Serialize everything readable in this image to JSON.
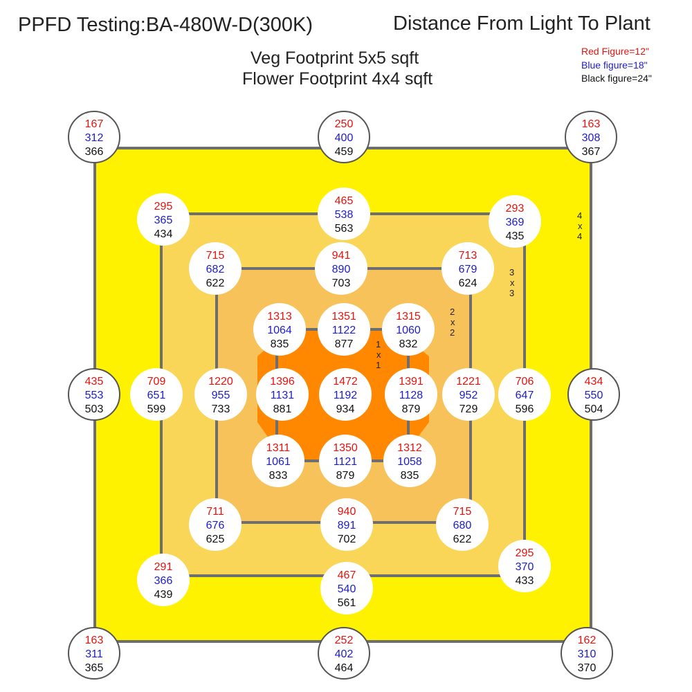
{
  "header": {
    "title": "PPFD Testing:BA-480W-D(300K)",
    "distance": "Distance From Light To  Plant",
    "veg_footprint": "Veg Footprint    5x5 sqft",
    "flower_footprint": "Flower Footprint 4x4 sqft"
  },
  "legend": {
    "red": "Red Figure=12\"",
    "blue": "Blue figure=18\"",
    "black": "Black figure=24\""
  },
  "colors": {
    "red": "#e8120c",
    "blue": "#1c1ccc",
    "black": "#111111",
    "zone_4x4": "#fff200",
    "zone_3x3": "#f9d658",
    "zone_2x2": "#f8c25a",
    "zone_1x1": "#ff8800",
    "frame_line": "#6e6e6e"
  },
  "zones": {
    "z4": "4x4",
    "z3": "3x3",
    "z2": "2x2",
    "z1": "1x1"
  },
  "points": [
    {
      "id": "outer-top-left",
      "red": "167",
      "blue": "312",
      "black": "366"
    },
    {
      "id": "outer-top-mid",
      "red": "250",
      "blue": "400",
      "black": "459"
    },
    {
      "id": "outer-top-right",
      "red": "163",
      "blue": "308",
      "black": "367"
    },
    {
      "id": "outer-mid-left",
      "red": "435",
      "blue": "553",
      "black": "503"
    },
    {
      "id": "outer-mid-right",
      "red": "434",
      "blue": "550",
      "black": "504"
    },
    {
      "id": "outer-bottom-left",
      "red": "163",
      "blue": "311",
      "black": "365"
    },
    {
      "id": "outer-bottom-mid",
      "red": "252",
      "blue": "402",
      "black": "464"
    },
    {
      "id": "outer-bottom-right",
      "red": "162",
      "blue": "310",
      "black": "370"
    },
    {
      "id": "r3-top-left",
      "red": "295",
      "blue": "365",
      "black": "434"
    },
    {
      "id": "r3-top-mid",
      "red": "465",
      "blue": "538",
      "black": "563"
    },
    {
      "id": "r3-top-right",
      "red": "293",
      "blue": "369",
      "black": "435"
    },
    {
      "id": "r3-mid-left",
      "red": "709",
      "blue": "651",
      "black": "599"
    },
    {
      "id": "r3-mid-right",
      "red": "706",
      "blue": "647",
      "black": "596"
    },
    {
      "id": "r3-bottom-left",
      "red": "291",
      "blue": "366",
      "black": "439"
    },
    {
      "id": "r3-bottom-mid",
      "red": "467",
      "blue": "540",
      "black": "561"
    },
    {
      "id": "r3-bottom-right",
      "red": "295",
      "blue": "370",
      "black": "433"
    },
    {
      "id": "r2-top-left",
      "red": "715",
      "blue": "682",
      "black": "622"
    },
    {
      "id": "r2-top-mid",
      "red": "941",
      "blue": "890",
      "black": "703"
    },
    {
      "id": "r2-top-right",
      "red": "713",
      "blue": "679",
      "black": "624"
    },
    {
      "id": "r2-mid-left",
      "red": "1220",
      "blue": "955",
      "black": "733"
    },
    {
      "id": "r2-mid-right",
      "red": "1221",
      "blue": "952",
      "black": "729"
    },
    {
      "id": "r2-bottom-left",
      "red": "711",
      "blue": "676",
      "black": "625"
    },
    {
      "id": "r2-bottom-mid",
      "red": "940",
      "blue": "891",
      "black": "702"
    },
    {
      "id": "r2-bottom-right",
      "red": "715",
      "blue": "680",
      "black": "622"
    },
    {
      "id": "c-top-left",
      "red": "1313",
      "blue": "1064",
      "black": "835"
    },
    {
      "id": "c-top-mid",
      "red": "1351",
      "blue": "1122",
      "black": "877"
    },
    {
      "id": "c-top-right",
      "red": "1315",
      "blue": "1060",
      "black": "832"
    },
    {
      "id": "c-mid-left",
      "red": "1396",
      "blue": "1131",
      "black": "881"
    },
    {
      "id": "c-center",
      "red": "1472",
      "blue": "1192",
      "black": "934"
    },
    {
      "id": "c-mid-right",
      "red": "1391",
      "blue": "1128",
      "black": "879"
    },
    {
      "id": "c-bottom-left",
      "red": "1311",
      "blue": "1061",
      "black": "833"
    },
    {
      "id": "c-bottom-mid",
      "red": "1350",
      "blue": "1121",
      "black": "879"
    },
    {
      "id": "c-bottom-right",
      "red": "1312",
      "blue": "1058",
      "black": "835"
    }
  ]
}
